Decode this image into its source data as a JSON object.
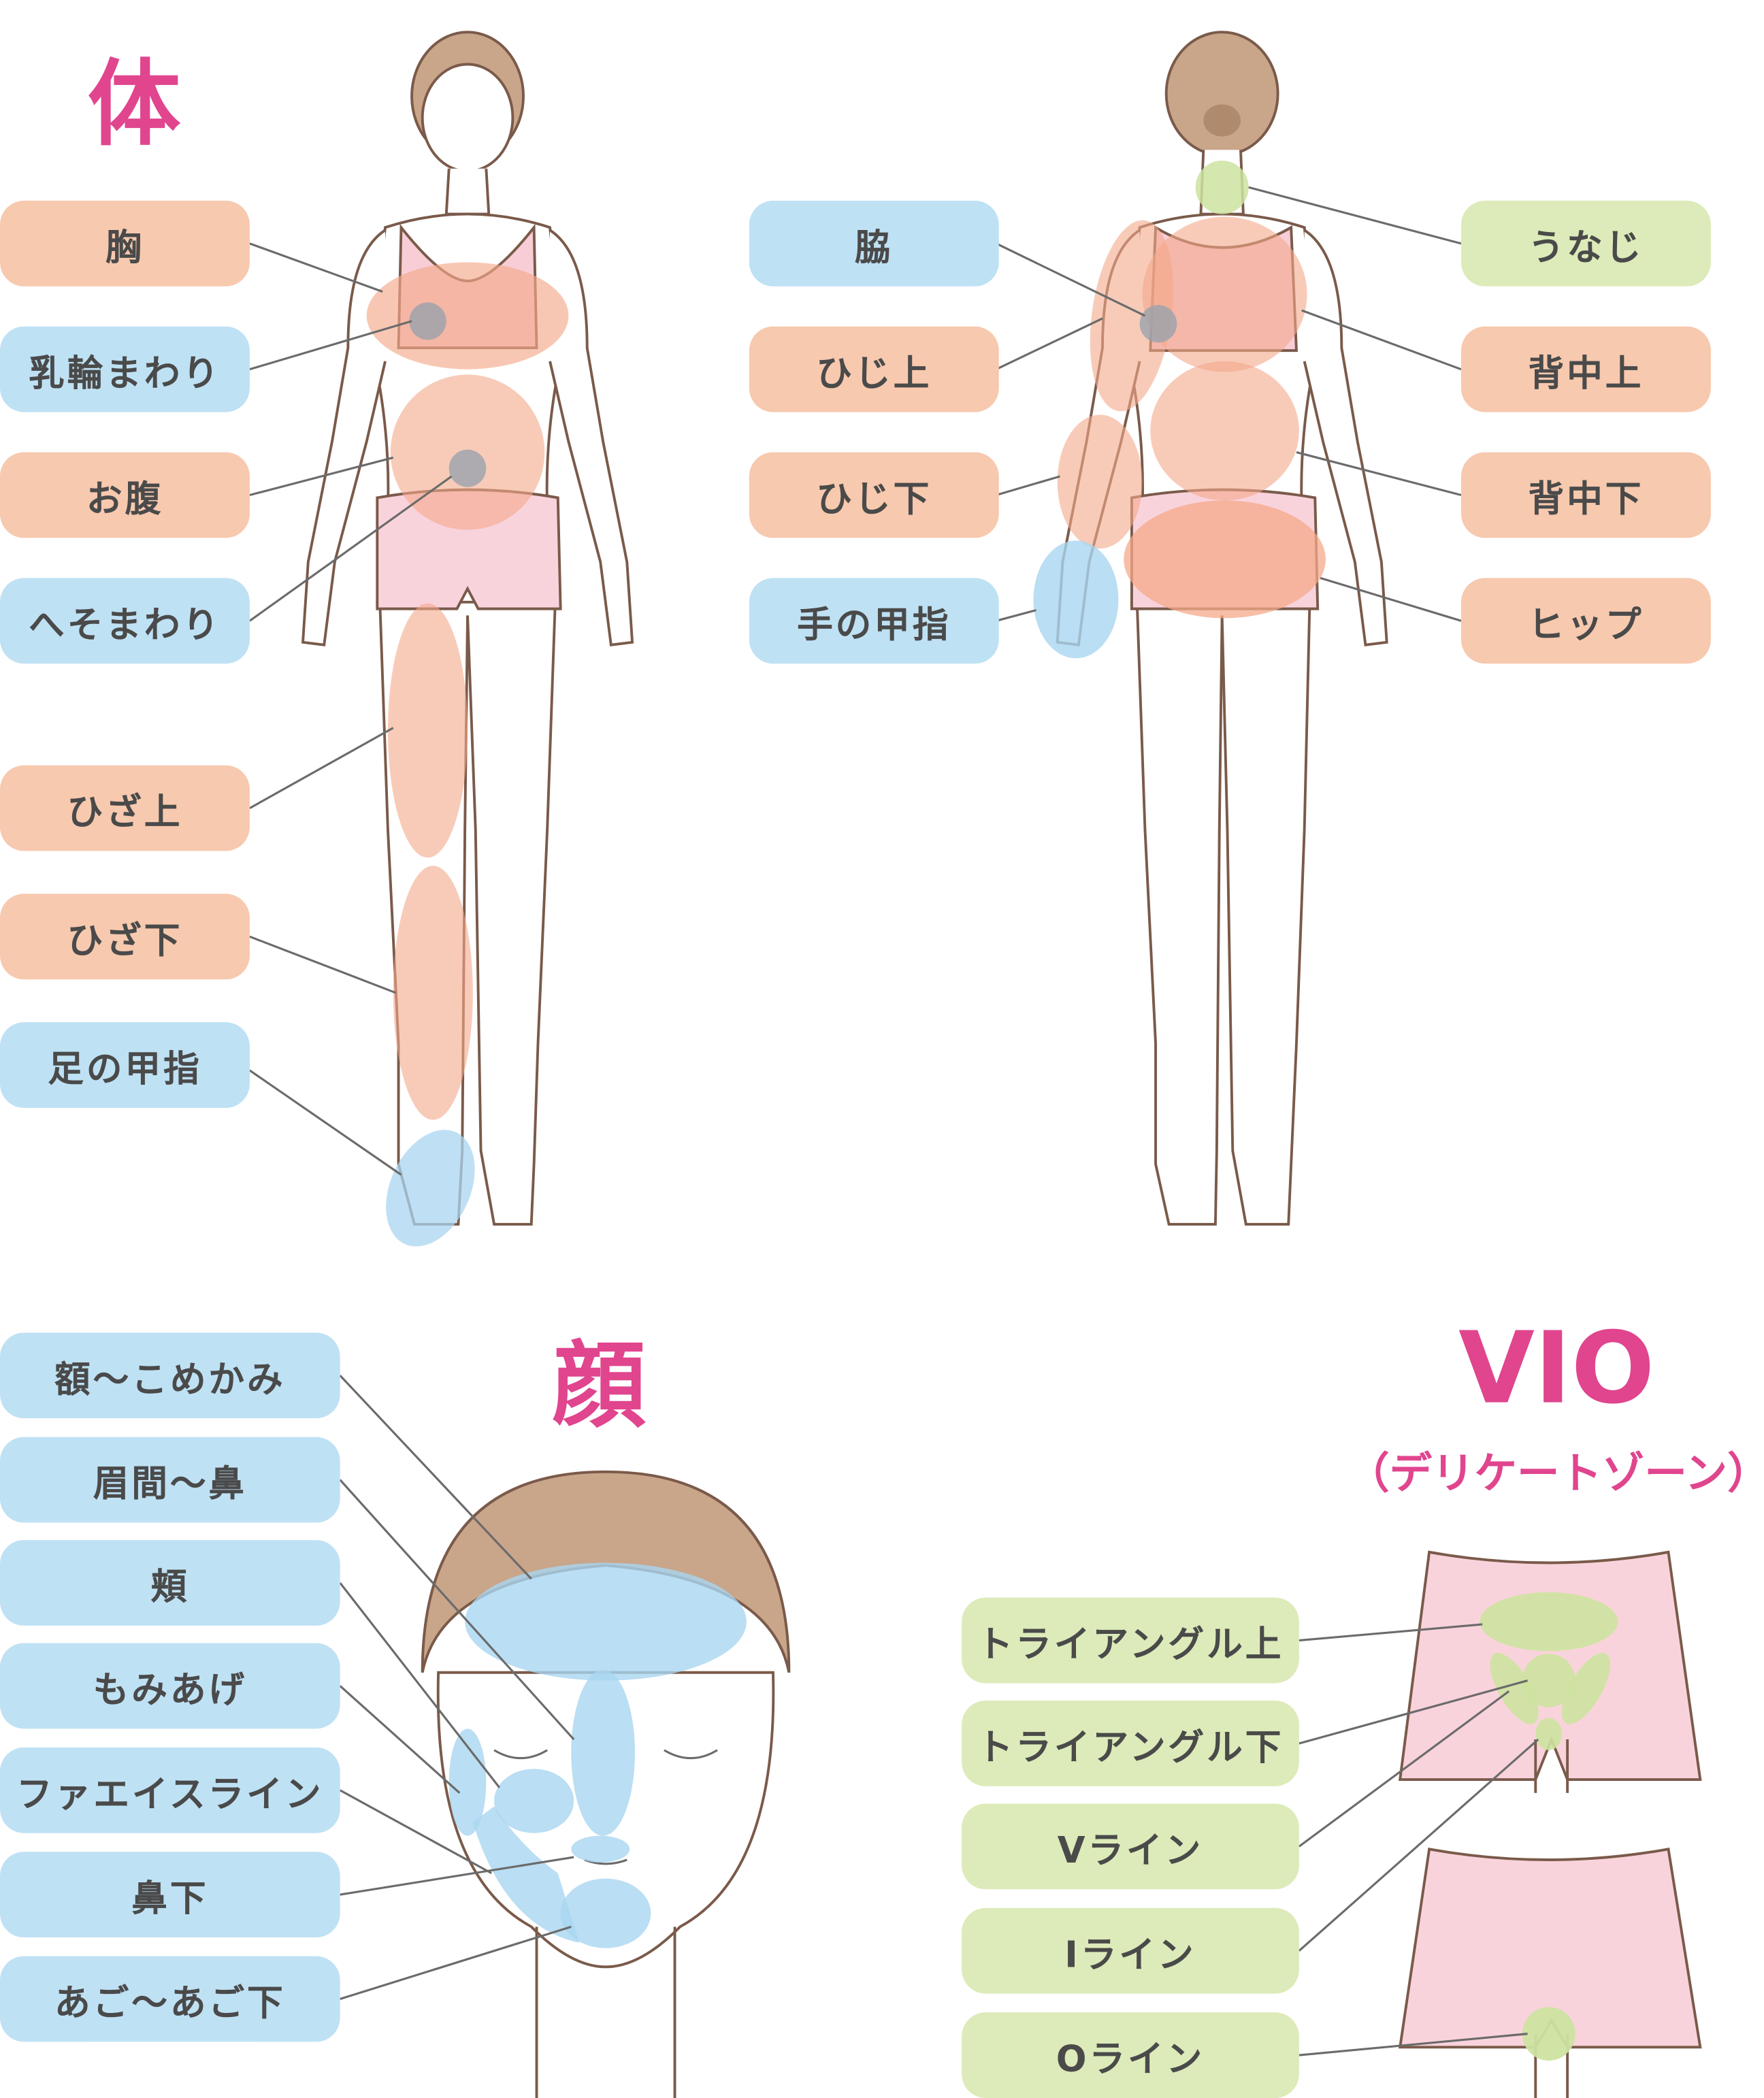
{
  "headings": {
    "body": "体",
    "face": "顔",
    "vio": "VIO",
    "vio_sub": "（デリケートゾーン）"
  },
  "colors": {
    "heading": "#e0458e",
    "orange_zone": "#f4a98a",
    "blue_zone": "#a9d6f0",
    "green_zone": "#cde3a0",
    "gray_dot": "#9aa3ad",
    "skin_line": "#7a5a4a",
    "shorts": "#f9d3dc"
  },
  "body_front": {
    "labels": [
      "胸",
      "乳輪まわり",
      "お腹",
      "へそまわり",
      "ひざ上",
      "ひざ下",
      "足の甲指"
    ]
  },
  "body_back": {
    "left_labels": [
      "脇",
      "ひじ上",
      "ひじ下",
      "手の甲指"
    ],
    "right_labels": [
      "うなじ",
      "背中上",
      "背中下",
      "ヒップ"
    ]
  },
  "face": {
    "labels": [
      "額〜こめかみ",
      "眉間〜鼻",
      "頬",
      "もみあげ",
      "ファエイスライン",
      "鼻下",
      "あご〜あご下"
    ]
  },
  "vio": {
    "labels": [
      "トライアングル上",
      "トライアングル下",
      "Vライン",
      "Iライン",
      "Oライン"
    ]
  }
}
